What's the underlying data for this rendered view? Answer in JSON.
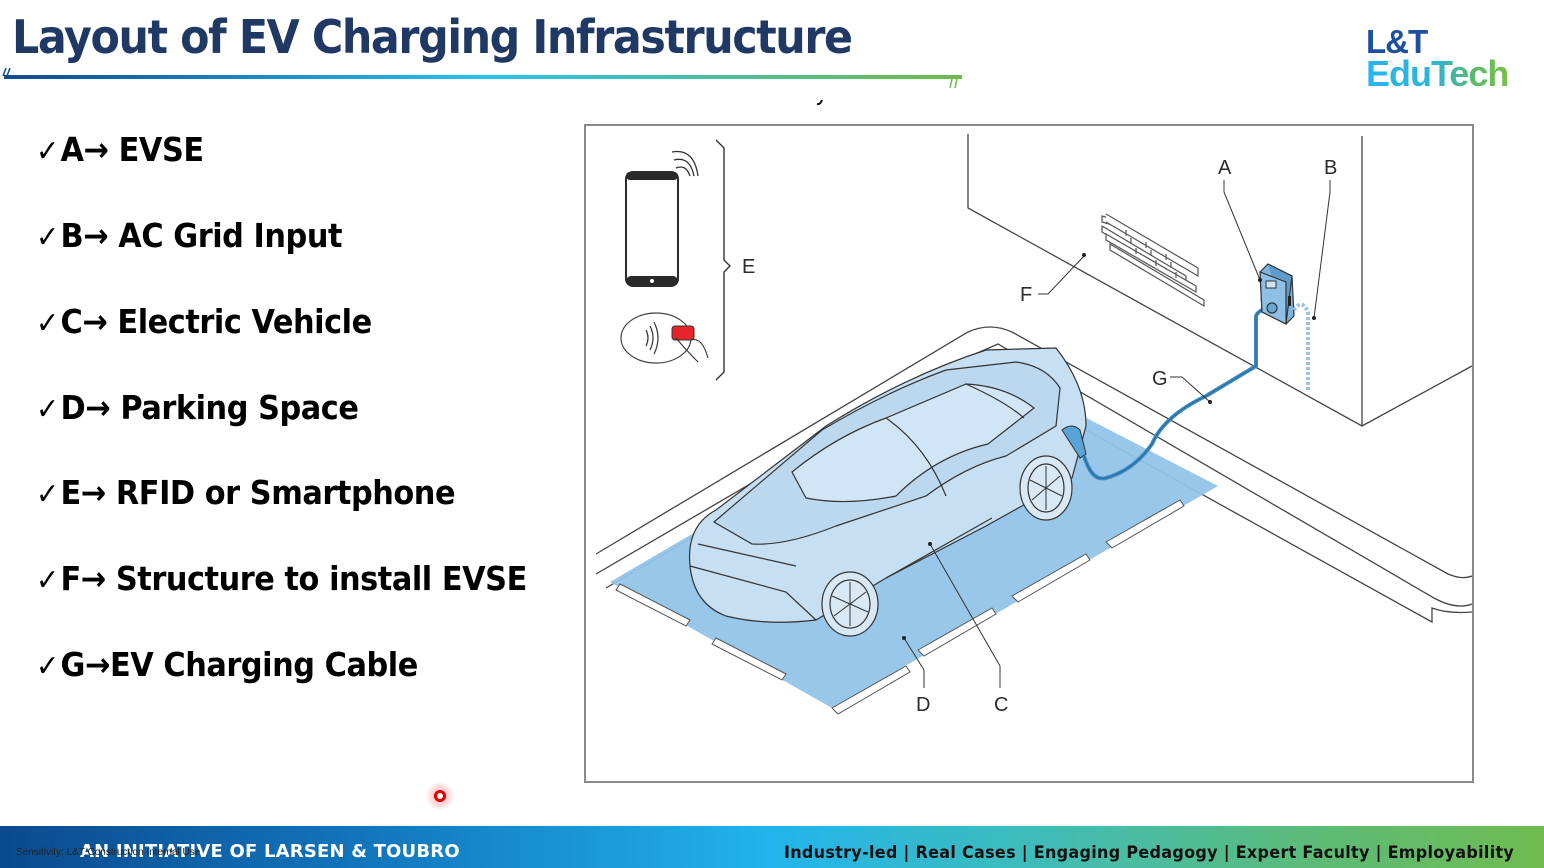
{
  "slide": {
    "title": "Layout of EV Charging Infrastructure",
    "brand": {
      "line1": "L&T",
      "line2": "EduTech"
    },
    "legend": [
      {
        "check": "✓",
        "key": "A",
        "arrow": "→",
        "text": " EVSE"
      },
      {
        "check": "✓",
        "key": "B",
        "arrow": "→",
        "text": " AC Grid Input"
      },
      {
        "check": "✓",
        "key": "C",
        "arrow": "→",
        "text": " Electric Vehicle"
      },
      {
        "check": "✓",
        "key": "D",
        "arrow": "→",
        "text": " Parking Space"
      },
      {
        "check": "✓",
        "key": "E",
        "arrow": "→",
        "text": " RFID or Smartphone"
      },
      {
        "check": "✓",
        "key": "F",
        "arrow": "→",
        "text": " Structure to install EVSE"
      },
      {
        "check": "✓",
        "key": "G",
        "arrow": "→",
        "text": "EV Charging Cable"
      }
    ],
    "figure_labels": {
      "A": "A",
      "B": "B",
      "C": "C",
      "D": "D",
      "E": "E",
      "F": "F",
      "G": "G"
    },
    "colors": {
      "title": "#1f3864",
      "parking_fill": "#93c4e8",
      "car_fill": "#c7dff2",
      "evse_fill": "#7fb6e0",
      "cable": "#3d8cc4",
      "rfid_card": "#e8232a"
    }
  },
  "footer": {
    "initiative": "AN INITIATIVE OF LARSEN & TOUBRO",
    "sensitivity": "Sensitivity: L&T Construction Internal Use",
    "tagline": "Industry-led | Real Cases | Engaging Pedagogy | Expert Faculty | Employability"
  }
}
